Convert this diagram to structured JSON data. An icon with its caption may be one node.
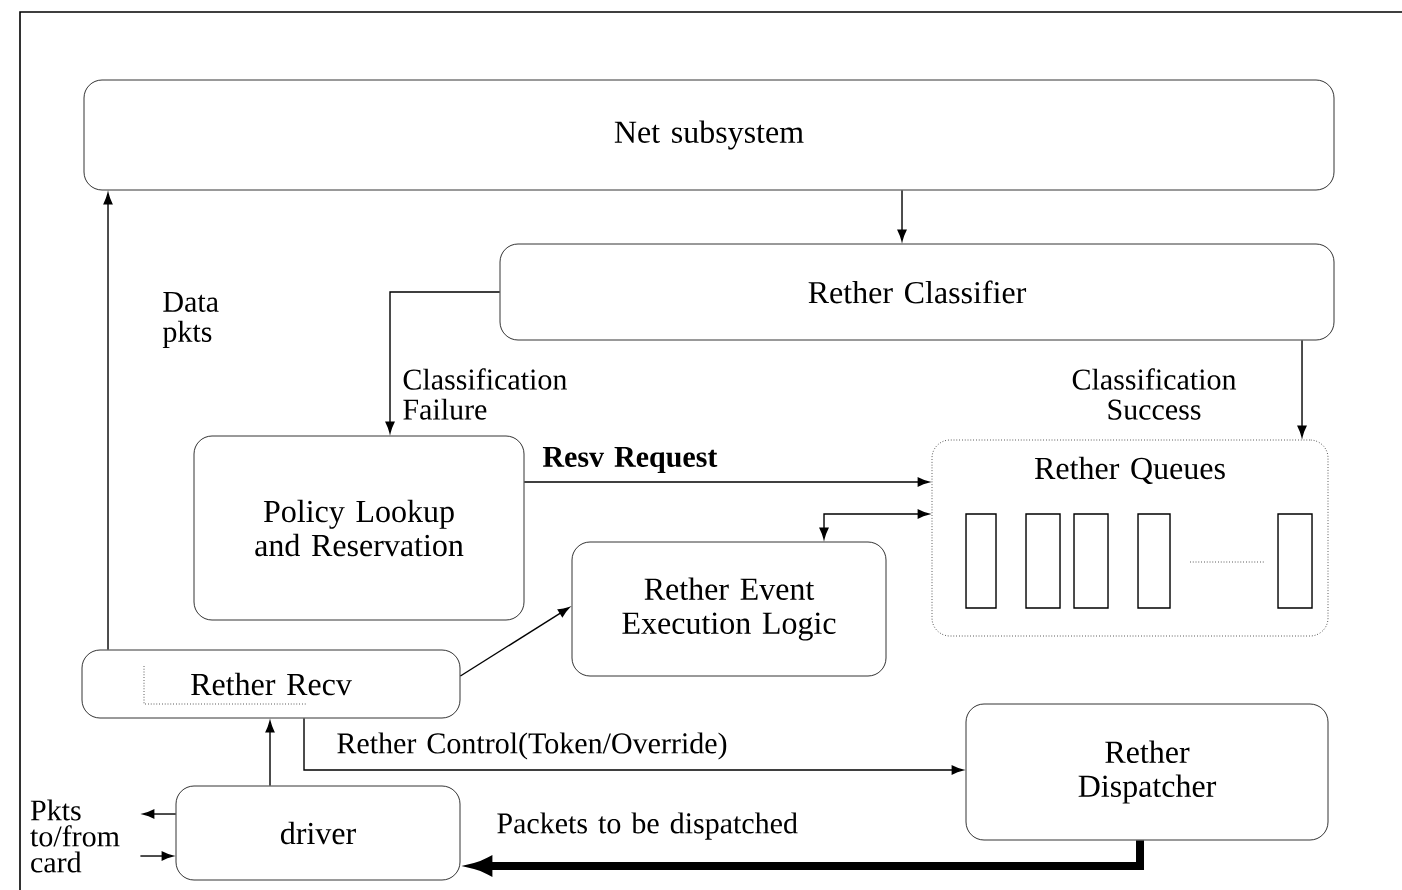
{
  "diagram": {
    "nodes": [
      {
        "text": [
          "Net subsystem"
        ]
      },
      {
        "text": [
          "Rether Classifier"
        ]
      },
      {
        "text": [
          "Policy Lookup and Reservation"
        ]
      },
      {
        "text": [
          "Rether Queues"
        ]
      },
      {
        "text": [
          "Rether Event Execution Logic"
        ]
      },
      {
        "text": [
          "Rether Recv"
        ]
      },
      {
        "text": [
          "driver"
        ]
      },
      {
        "text": [
          "Rether Dispatcher"
        ]
      },
      {
        "text": [
          "Pkts to/from card"
        ]
      }
    ],
    "edges": [
      {
        "from": 0,
        "to": 1,
        "arrow": "to"
      },
      {
        "from": 1,
        "to": 2,
        "arrow": "to",
        "label": "Classification Failure"
      },
      {
        "from": 1,
        "to": 3,
        "arrow": "to",
        "label": "Classification Success"
      },
      {
        "from": 2,
        "to": 3,
        "arrow": "to",
        "label": "**Resv Request**"
      },
      {
        "from": 4,
        "to": 3,
        "arrow": "both"
      },
      {
        "from": 5,
        "to": 4,
        "arrow": "to"
      },
      {
        "from": 5,
        "to": 0,
        "arrow": "to",
        "label": "Data pkts"
      },
      {
        "from": 6,
        "to": 5,
        "arrow": "to"
      },
      {
        "from": 5,
        "to": 7,
        "arrow": "to",
        "label": "Rether Control(Token/Override)"
      },
      {
        "from": 7,
        "to": 6,
        "arrow": "to",
        "label": "Packets to be dispatched",
        "style": "thick"
      },
      {
        "from": 6,
        "to": 8,
        "arrow": "to"
      },
      {
        "from": 8,
        "to": 6,
        "arrow": "to"
      }
    ]
  }
}
